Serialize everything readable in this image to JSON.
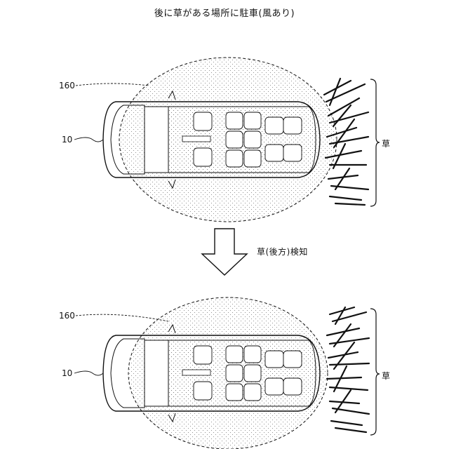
{
  "title": "後に草がある場所に駐車(風あり)",
  "arrow_label": "草(後方)検知",
  "panels": [
    {
      "vehicle_ref": "10",
      "area_ref": "160",
      "grass_label": "草"
    },
    {
      "vehicle_ref": "10",
      "area_ref": "160",
      "grass_label": "草"
    }
  ],
  "icons": [
    "vehicle-top-view",
    "detection-area-ellipse",
    "grass-clump",
    "bracket",
    "down-arrow-icon"
  ],
  "colors": {
    "line": "#111111",
    "stipple": "#777777",
    "background": "#ffffff"
  }
}
